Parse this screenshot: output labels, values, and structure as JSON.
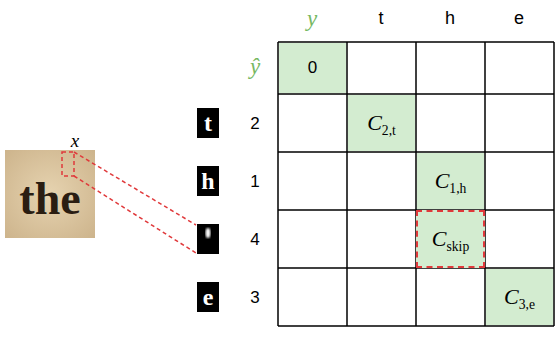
{
  "diagram": {
    "nodes": [
      {
        "text": [
          "0"
        ]
      },
      {
        "text": [
          "C2,t"
        ]
      },
      {
        "text": [
          "C1,h"
        ]
      },
      {
        "text": [
          "Cskip"
        ]
      },
      {
        "text": [
          "C3,e"
        ]
      }
    ],
    "labels": [
      "x",
      "the",
      "y",
      "t",
      "h",
      "e",
      "ŷ",
      "t",
      "2",
      "h",
      "1",
      "4",
      "e",
      "3"
    ]
  }
}
